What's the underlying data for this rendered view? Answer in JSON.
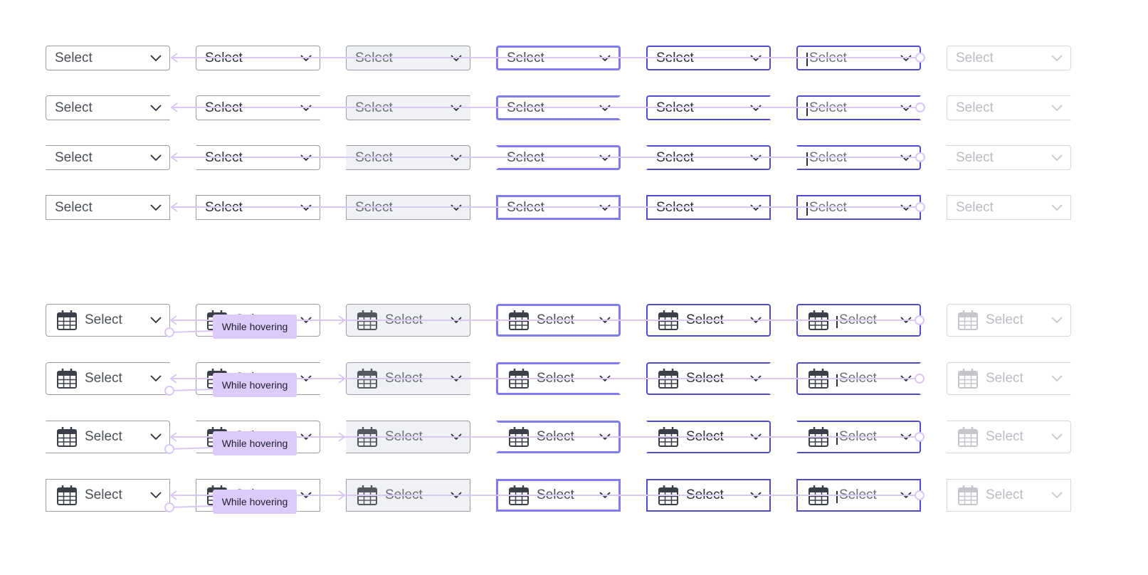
{
  "select_label": "Select",
  "tooltip_label": "While hovering",
  "icons": {
    "dropdown": "chevron-down-icon",
    "calendar": "calendar-icon"
  },
  "colors": {
    "border_default": "#9a9da6",
    "focus": "#7f7cf0",
    "active": "#4f4ccf",
    "pressed_bg": "#f0f1f4",
    "disabled": "#d5d7dc",
    "prototype_wire": "#d9c8f7"
  },
  "states": [
    "default",
    "hover",
    "pressed",
    "focus",
    "filled",
    "typing",
    "disabled"
  ],
  "variants": [
    "round",
    "round-left",
    "round-right",
    "square"
  ],
  "groups": [
    "plain",
    "with-calendar"
  ]
}
